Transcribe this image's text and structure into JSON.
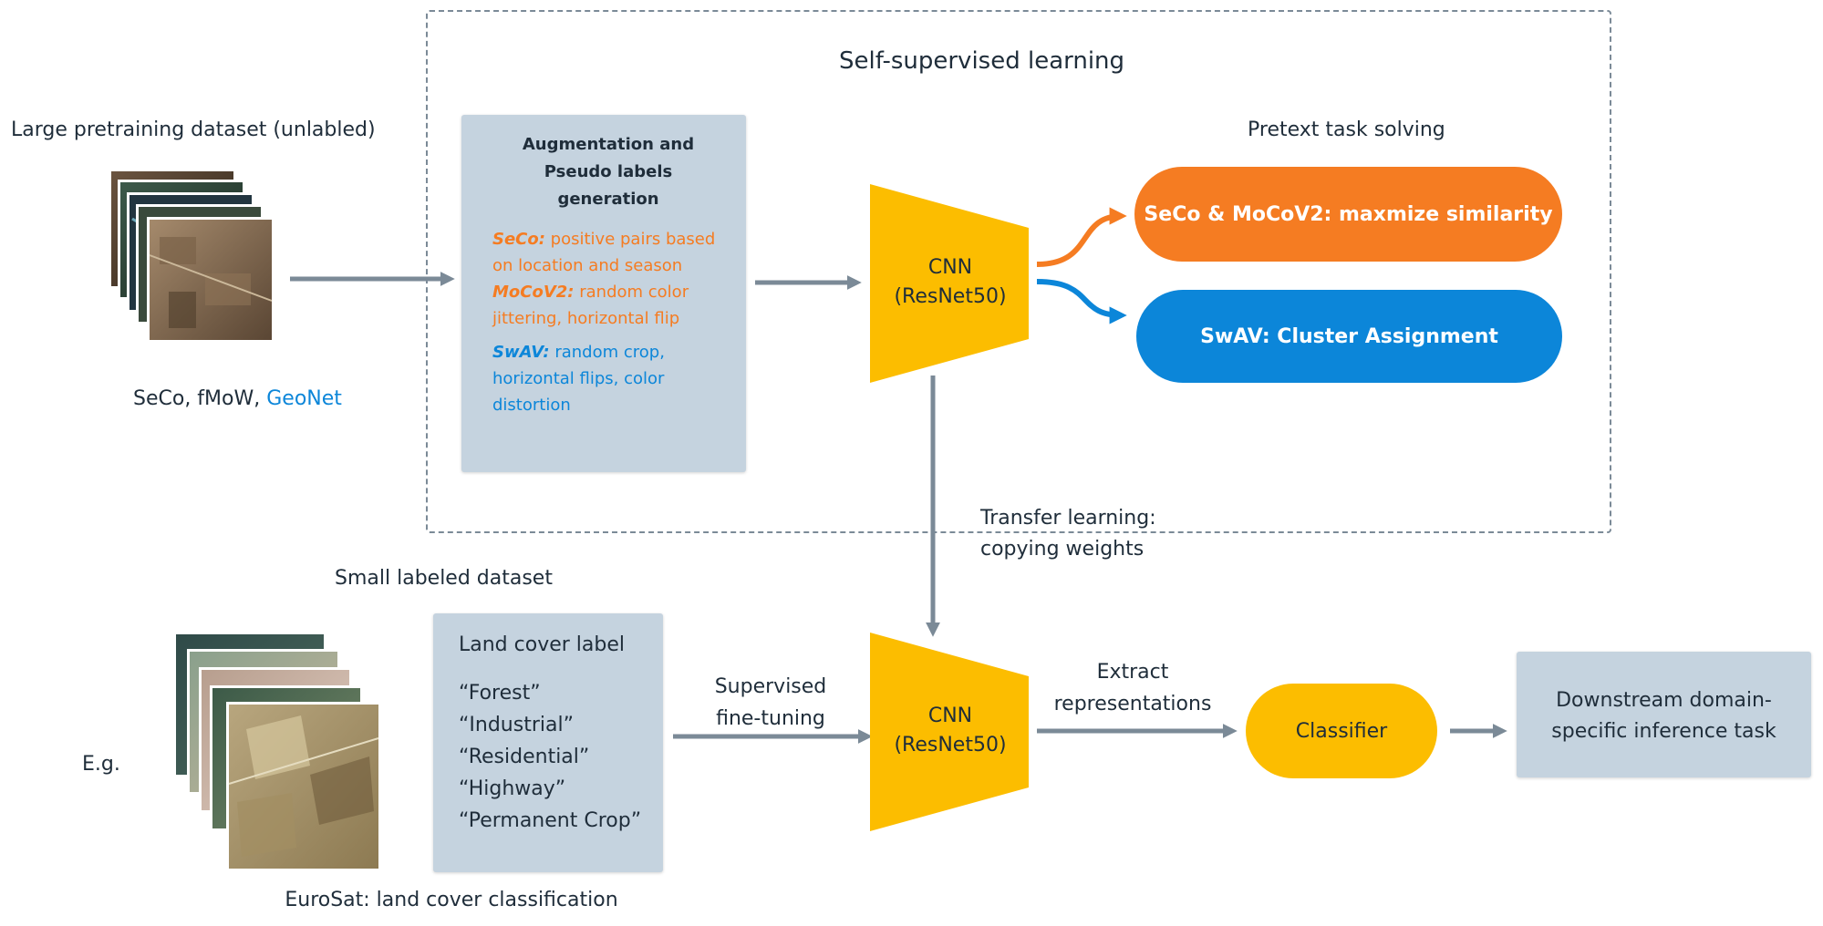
{
  "ssl": {
    "title": "Self-supervised learning"
  },
  "pretrain": {
    "title": "Large pretraining dataset (unlabled)",
    "datasets_plain": "SeCo, fMoW, ",
    "datasets_highlight": "GeoNet"
  },
  "augmentation": {
    "title": "Augmentation and Pseudo labels generation",
    "seco_name": "SeCo:",
    "seco_desc": " positive pairs based on location and season",
    "mocov2_name": "MoCoV2:",
    "mocov2_desc": " random color jittering, horizontal flip",
    "swav_name": "SwAV:",
    "swav_desc": " random crop, horizontal flips, color distortion"
  },
  "cnn_top": {
    "line1": "CNN",
    "line2": "(ResNet50)"
  },
  "pretext": {
    "title": "Pretext task solving",
    "seco_moco": "SeCo & MoCoV2: maxmize similarity",
    "swav": "SwAV: Cluster Assignment"
  },
  "transfer": {
    "line1": "Transfer learning:",
    "line2": "copying weights"
  },
  "small": {
    "title": "Small labeled dataset",
    "eg": "E.g.",
    "caption": "EuroSat: land cover classification"
  },
  "land_cover": {
    "title": "Land cover label",
    "labels": [
      "“Forest”",
      "“Industrial”",
      "“Residential”",
      "“Highway”",
      "“Permanent Crop”"
    ]
  },
  "finetune": {
    "line1": "Supervised",
    "line2": "fine-tuning"
  },
  "cnn_bottom": {
    "line1": "CNN",
    "line2": "(ResNet50)"
  },
  "extract": {
    "line1": "Extract",
    "line2": "representations"
  },
  "classifier": {
    "label": "Classifier"
  },
  "downstream": {
    "line1": "Downstream domain-",
    "line2": "specific inference task"
  },
  "colors": {
    "orange": "#f57c22",
    "blue": "#0c86d9",
    "yellow": "#fcbd00",
    "gray_box": "#c5d3df",
    "arrow": "#7b8a97"
  }
}
